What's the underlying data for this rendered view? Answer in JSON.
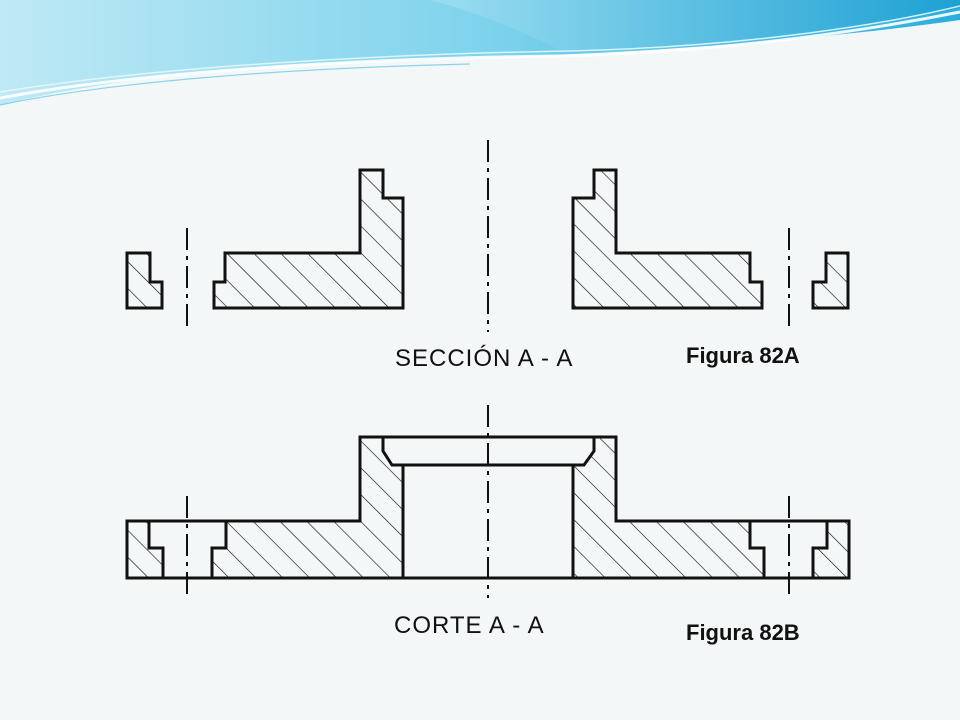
{
  "figure_a": {
    "section_label": "SECCIÓN  A - A",
    "figure_label": "Figura 82A"
  },
  "figure_b": {
    "section_label": "CORTE  A - A",
    "figure_label": "Figura 82B"
  },
  "colors": {
    "background": "#f4f7f8",
    "ink": "#111111",
    "banner_light": "#c9eef7",
    "banner_dark": "#1fa9d8"
  }
}
